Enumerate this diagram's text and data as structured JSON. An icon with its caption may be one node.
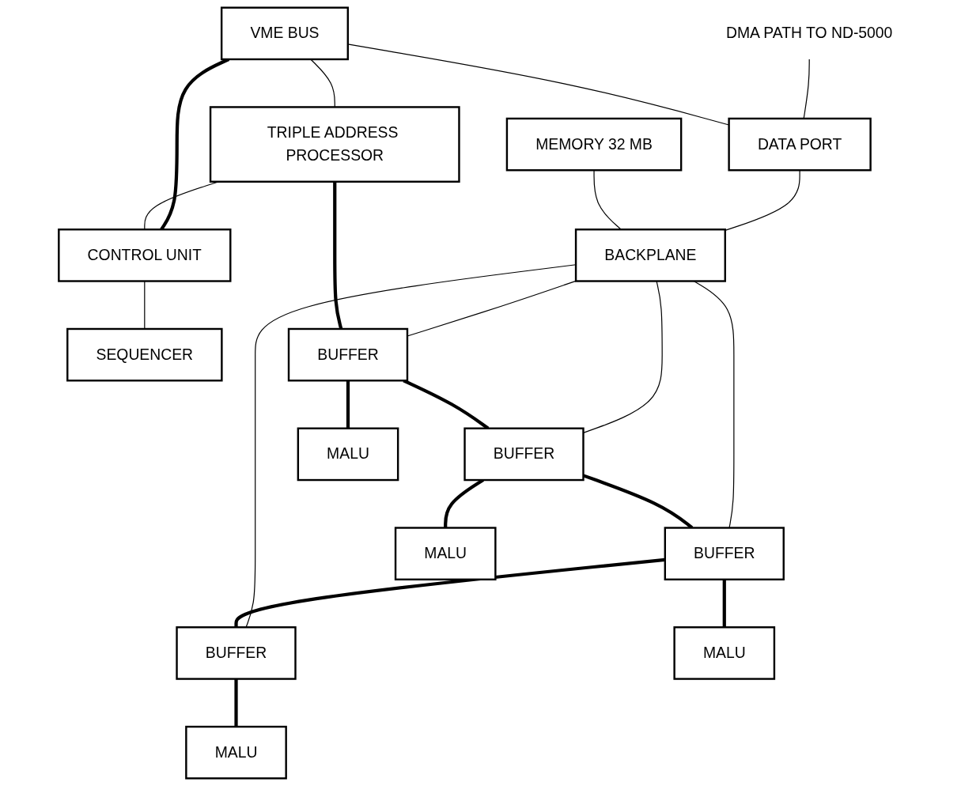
{
  "diagram": {
    "nodes": [
      {
        "text": [
          "VME BUS"
        ]
      },
      {
        "text": [
          "DMA PATH TO ND-5000"
        ]
      },
      {
        "text": [
          "DATA PORT"
        ]
      },
      {
        "text": [
          "MEMORY 32 MB"
        ]
      },
      {
        "text": [
          "BACKPLANE"
        ]
      },
      {
        "text": [
          "TRIPLE ADDRESS PROCESSOR"
        ]
      },
      {
        "text": [
          "CONTROL UNIT"
        ]
      },
      {
        "text": [
          "SEQUENCER"
        ]
      },
      {
        "text": [
          "BUFFER"
        ]
      },
      {
        "text": [
          "BUFFER"
        ]
      },
      {
        "text": [
          "BUFFER"
        ]
      },
      {
        "text": [
          "BUFFER"
        ]
      },
      {
        "text": [
          "MALU"
        ]
      },
      {
        "text": [
          "MALU"
        ]
      },
      {
        "text": [
          "MALU"
        ]
      },
      {
        "text": [
          "MALU"
        ]
      }
    ],
    "edges": [
      {
        "from": 1,
        "to": 2,
        "arrow": "none"
      },
      {
        "from": 0,
        "to": 2,
        "arrow": "none"
      },
      {
        "from": 0,
        "to": 5,
        "arrow": "none"
      },
      {
        "from": 0,
        "to": 6,
        "arrow": "none",
        "style": "thick"
      },
      {
        "from": 2,
        "to": 4,
        "arrow": "none"
      },
      {
        "from": 3,
        "to": 4,
        "arrow": "none"
      },
      {
        "from": 4,
        "to": 8,
        "arrow": "none"
      },
      {
        "from": 4,
        "to": 9,
        "arrow": "none"
      },
      {
        "from": 4,
        "to": 10,
        "arrow": "none"
      },
      {
        "from": 4,
        "to": 11,
        "arrow": "none"
      },
      {
        "from": 5,
        "to": 8,
        "arrow": "none",
        "style": "thick"
      },
      {
        "from": 8,
        "to": 9,
        "arrow": "none",
        "style": "thick"
      },
      {
        "from": 9,
        "to": 10,
        "arrow": "none",
        "style": "thick"
      },
      {
        "from": 10,
        "to": 11,
        "arrow": "none",
        "style": "thick"
      },
      {
        "from": 5,
        "to": 6,
        "arrow": "none"
      },
      {
        "from": 6,
        "to": 7,
        "arrow": "none"
      },
      {
        "from": 8,
        "to": 12,
        "arrow": "none",
        "style": "thick"
      },
      {
        "from": 9,
        "to": 13,
        "arrow": "none",
        "style": "thick"
      },
      {
        "from": 10,
        "to": 14,
        "arrow": "none",
        "style": "thick"
      },
      {
        "from": 11,
        "to": 15,
        "arrow": "none",
        "style": "thick"
      }
    ]
  }
}
